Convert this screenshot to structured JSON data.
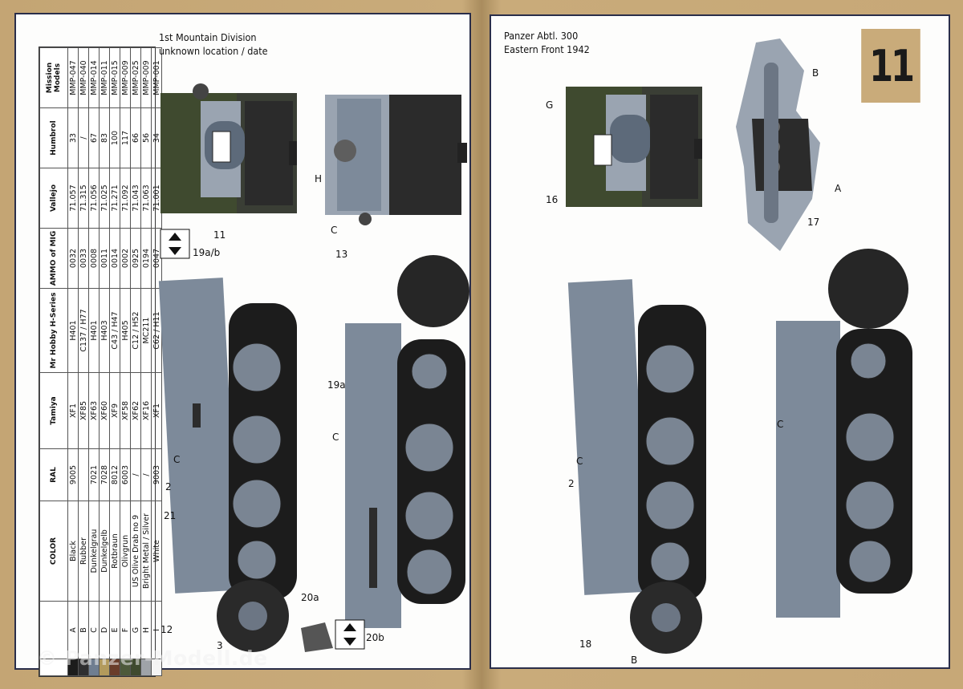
{
  "page_number": "11",
  "left_scheme": {
    "title_line1": "1st Mountain Division",
    "title_line2": "unknown location / date"
  },
  "right_scheme": {
    "title_line1": "Panzer Abtl. 300",
    "title_line2": "Eastern Front 1942"
  },
  "paint_table": {
    "headers": [
      "",
      "COLOR",
      "RAL",
      "Tamiya",
      "Mr Hobby H-Series",
      "AMMO of MIG",
      "Vallejo",
      "Humbrol",
      "Mission Models"
    ],
    "rows": [
      {
        "code": "A",
        "color": "Black",
        "ral": "9005",
        "tamiya": "XF1",
        "mrhobby": "H401",
        "ammo": "0032",
        "vallejo": "71.057",
        "humbrol": "33",
        "mission": "MMP-047",
        "swatch": "#1c1c1c"
      },
      {
        "code": "B",
        "color": "Rubber",
        "ral": "",
        "tamiya": "XF85",
        "mrhobby": "C137 / H77",
        "ammo": "0033",
        "vallejo": "71.315",
        "humbrol": "/",
        "mission": "MMP-040",
        "swatch": "#2e2e30"
      },
      {
        "code": "C",
        "color": "Dunkelgrau",
        "ral": "7021",
        "tamiya": "XF63",
        "mrhobby": "H401",
        "ammo": "0008",
        "vallejo": "71.056",
        "humbrol": "67",
        "mission": "MMP-014",
        "swatch": "#6f7e91"
      },
      {
        "code": "D",
        "color": "Dunkelgelb",
        "ral": "7028",
        "tamiya": "XF60",
        "mrhobby": "H403",
        "ammo": "0011",
        "vallejo": "71.025",
        "humbrol": "83",
        "mission": "MMP-011",
        "swatch": "#b29a5c"
      },
      {
        "code": "E",
        "color": "Rotbraun",
        "ral": "8012",
        "tamiya": "XF9",
        "mrhobby": "C43 / H47",
        "ammo": "0014",
        "vallejo": "71.271",
        "humbrol": "100",
        "mission": "MMP-015",
        "swatch": "#6a3c2a"
      },
      {
        "code": "F",
        "color": "Olivgrun",
        "ral": "6003",
        "tamiya": "XF58",
        "mrhobby": "H405",
        "ammo": "0002",
        "vallejo": "71.092",
        "humbrol": "117",
        "mission": "MMP-009",
        "swatch": "#4d5a3a"
      },
      {
        "code": "G",
        "color": "US Olive Drab no 9",
        "ral": "/",
        "tamiya": "XF62",
        "mrhobby": "C12 / H52",
        "ammo": "0925",
        "vallejo": "71.043",
        "humbrol": "66",
        "mission": "MMP-025",
        "swatch": "#3f4a2f"
      },
      {
        "code": "H",
        "color": "Bright Metal / Silver",
        "ral": "/",
        "tamiya": "XF16",
        "mrhobby": "MC211",
        "ammo": "0194",
        "vallejo": "71.063",
        "humbrol": "56",
        "mission": "MMP-009",
        "swatch": "#9fa3a8"
      },
      {
        "code": "I",
        "color": "White",
        "ral": "9003",
        "tamiya": "XF1",
        "mrhobby": "C62 / H11",
        "ammo": "0047",
        "vallejo": "71.001",
        "humbrol": "34",
        "mission": "MMP-001",
        "swatch": "#f4f4f4"
      }
    ]
  },
  "callouts_left": {
    "c_side": "C",
    "c_top": "C",
    "h_rear": "H",
    "c_rear": "C",
    "n11": "11",
    "n19ab": "19a/b",
    "n13": "13",
    "n19a": "19a",
    "n2": "2",
    "n21": "21",
    "n12": "12",
    "n3": "3",
    "n20a": "20a",
    "n20b": "20b"
  },
  "callouts_right": {
    "g": "G",
    "n16": "16",
    "b_front": "B",
    "a_front": "A",
    "n17": "17",
    "c_side": "C",
    "c_top": "C",
    "n2": "2",
    "n18": "18",
    "b_side": "B"
  },
  "watermark": "© Panzer-Modell.de",
  "colors": {
    "vehicle_grey": "#7d8a9a",
    "vehicle_dark": "#5c6877",
    "olive": "#3f4a2f",
    "border": "#2a2e4a",
    "paper_tan": "#c9ab7a"
  }
}
